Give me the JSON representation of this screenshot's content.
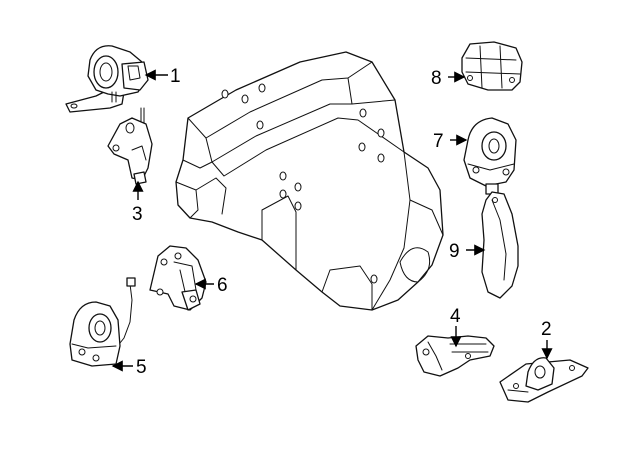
{
  "callouts": [
    {
      "id": "1",
      "label": "1"
    },
    {
      "id": "2",
      "label": "2"
    },
    {
      "id": "3",
      "label": "3"
    },
    {
      "id": "4",
      "label": "4"
    },
    {
      "id": "5",
      "label": "5"
    },
    {
      "id": "6",
      "label": "6"
    },
    {
      "id": "7",
      "label": "7"
    },
    {
      "id": "8",
      "label": "8"
    },
    {
      "id": "9",
      "label": "9"
    }
  ],
  "colors": {
    "line": "#111111",
    "background": "#ffffff"
  }
}
